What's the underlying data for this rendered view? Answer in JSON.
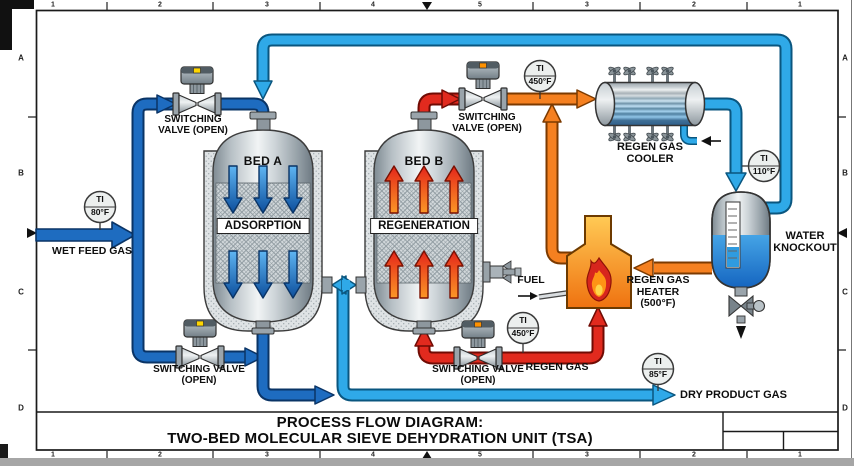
{
  "drawing": {
    "title_line1": "PROCESS FLOW DIAGRAM:",
    "title_line2": "TWO-BED MOLECULAR SIEVE DEHYDRATION UNIT (TSA)"
  },
  "border": {
    "rows": [
      "A",
      "B",
      "C",
      "D"
    ],
    "cols": [
      "1",
      "2",
      "3",
      "4",
      "5",
      "3",
      "2",
      "1"
    ]
  },
  "streams": {
    "wet_feed": "WET FEED GAS",
    "dry_product": "DRY PRODUCT GAS",
    "regen_gas": "REGEN GAS",
    "fuel": "FUEL"
  },
  "equipment": {
    "bed_a": {
      "name": "BED A",
      "mode": "ADSORPTION"
    },
    "bed_b": {
      "name": "BED B",
      "mode": "REGENERATION"
    },
    "cooler": {
      "line1": "REGEN GAS",
      "line2": "COOLER"
    },
    "heater": {
      "line1": "REGEN GAS",
      "line2": "HEATER",
      "line3": "(500°F)"
    },
    "knockout": {
      "line1": "WATER",
      "line2": "KNOCKOUT"
    }
  },
  "valves": {
    "top_left": {
      "line1": "SWITCHING",
      "line2": "VALVE (OPEN)"
    },
    "bottom_left": {
      "line1": "SWITCHING VALVE",
      "line2": "(OPEN)"
    },
    "top_right": {
      "line1": "SWITCHING",
      "line2": "VALVE (OPEN)"
    },
    "bottom_right": {
      "line1": "SWITCHING VALVE",
      "line2": "(OPEN)"
    }
  },
  "instruments": {
    "ti_feed": {
      "tag": "TI",
      "value": "80°F"
    },
    "ti_cooler_inlet": {
      "tag": "TI",
      "value": "450°F"
    },
    "ti_knockout_inlet": {
      "tag": "TI",
      "value": "110°F"
    },
    "ti_regen_supply": {
      "tag": "TI",
      "value": "450°F"
    },
    "ti_dry_product": {
      "tag": "TI",
      "value": "85°F"
    }
  },
  "colors": {
    "wet_gas_pipe": "#1e6cc0",
    "dry_gas_pipe": "#2fa9e8",
    "hot_gas_pipe": "#e12a1e",
    "warm_gas_pipe": "#f58020",
    "heater_fill": "#f59220",
    "water": "#2e8fd6"
  }
}
